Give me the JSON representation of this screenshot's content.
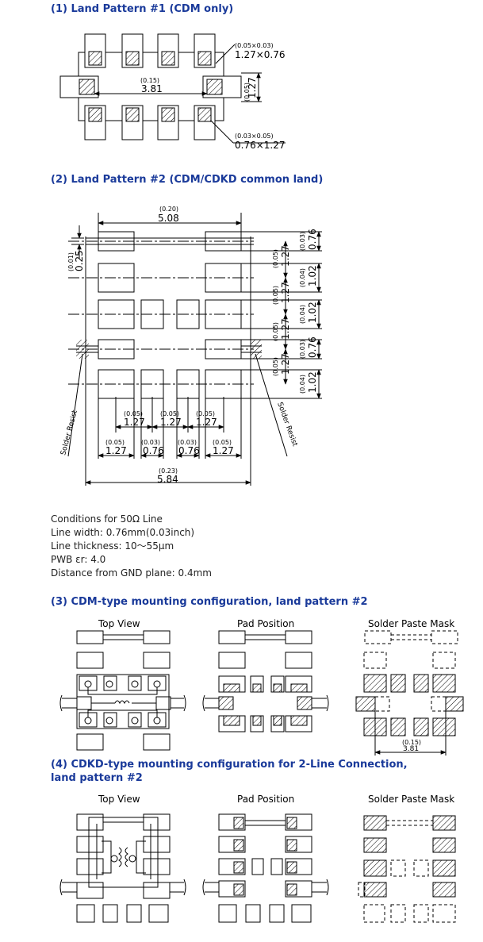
{
  "headings": {
    "s1": "(1) Land Pattern #1 (CDM only)",
    "s2": "(2) Land Pattern #2 (CDM/CDKD common land)",
    "s3": "(3) CDM-type mounting configuration, land pattern #2",
    "s4_l1": "(4) CDKD-type mounting configuration for 2-Line Connection,",
    "s4_l2": "land pattern #2"
  },
  "conditions": [
    "Conditions for 50Ω Line",
    "Line width: 0.76mm(0.03inch)",
    "Line thickness: 10～55μm",
    "PWB εr: 4.0",
    "Distance from GND plane: 0.4mm"
  ],
  "views": {
    "top": "Top View",
    "pad": "Pad Position",
    "mask": "Solder Paste Mask"
  },
  "fig1": {
    "pad_top": "(0.05×0.03)",
    "pad_top2": "1.27×0.76",
    "pad_bot": "(0.03×0.05)",
    "pad_bot2": "0.76×1.27",
    "width_in": "(0.15)",
    "width_mm": "3.81",
    "pitch_in": "(0.05)",
    "pitch_mm": "1.27"
  },
  "fig2": {
    "top_in": "(0.20)",
    "top_mm": "5.08",
    "bot_in": "(0.23)",
    "bot_mm": "5.84",
    "left_in": "(0.01)",
    "left_mm": "0.25",
    "solder_resist": "Solder Resist",
    "r_03": "(0.03)",
    "r_076": "0.76",
    "r_05": "(0.05)",
    "r_127": "1.27",
    "r_04": "(0.04)",
    "r_102": "1.02",
    "b_05": "(0.05)",
    "b_127": "1.27",
    "b_03": "(0.03)",
    "b_076": "0.76"
  },
  "fig3": {
    "mask_in": "(0.15)",
    "mask_mm": "3.81"
  }
}
